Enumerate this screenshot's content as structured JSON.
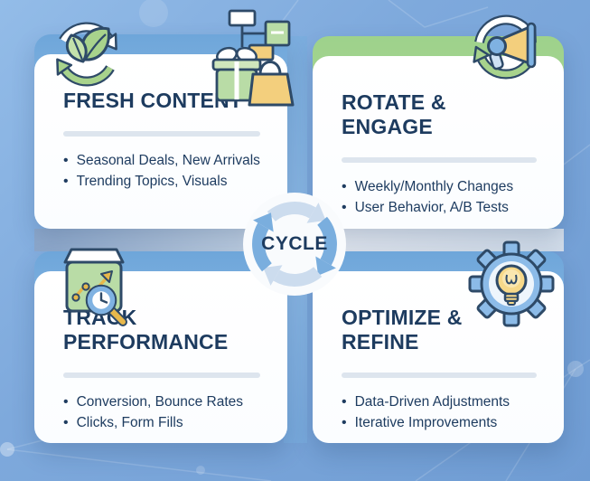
{
  "center": {
    "label": "CYCLE"
  },
  "cards": [
    {
      "title": "FRESH CONTENT",
      "bullets": [
        "Seasonal Deals, New Arrivals",
        "Trending Topics, Visuals"
      ],
      "accent": "#7fb0e0",
      "icons": [
        "recycle-leaves-icon",
        "flowchart-shopping-icon"
      ]
    },
    {
      "title": "ROTATE & ENGAGE",
      "bullets": [
        "Weekly/Monthly Changes",
        "User Behavior, A/B Tests"
      ],
      "accent": "#a9d596",
      "icons": [
        "megaphone-rotate-icon"
      ]
    },
    {
      "title": "TRACK PERFORMANCE",
      "bullets": [
        "Conversion, Bounce Rates",
        "Clicks, Form Fills"
      ],
      "accent": "#7fb0e0",
      "icons": [
        "chart-board-magnifier-icon"
      ]
    },
    {
      "title": "OPTIMIZE & REFINE",
      "bullets": [
        "Data-Driven Adjustments",
        "Iterative Improvements"
      ],
      "accent": "#7fb0e0",
      "icons": [
        "gear-lightbulb-icon"
      ]
    }
  ],
  "colors": {
    "background": "#7ea9dc",
    "band_blue": "#84b2e1",
    "band_gray": "#d3deeb",
    "card_bg": "#fdfeff",
    "navy_text": "#1d3b5f",
    "divider": "#dde5ee",
    "green_accent": "#a8d38c",
    "yellow_accent": "#f3cf7d",
    "blue_accent": "#7fb2e2"
  }
}
